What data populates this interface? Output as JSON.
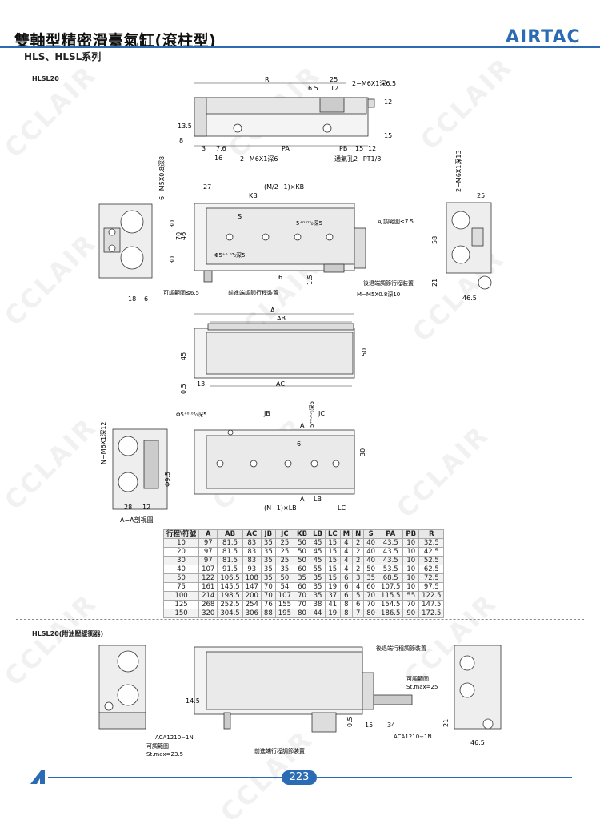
{
  "header": {
    "title": "雙軸型精密滑臺氣缸(滾柱型)",
    "series": "HLS、HLSL系列",
    "brand": "AIRTAC"
  },
  "sections": {
    "s1": "HLSL20",
    "s2": "HLSL20(附油壓緩衝器)"
  },
  "labels": {
    "R": "R",
    "d25": "25",
    "d6_5": "6.5",
    "d12": "12",
    "m6_65": "2−M6X1深6.5",
    "d8": "8",
    "d13_5": "13.5",
    "d3": "3",
    "d7_6": "7.6",
    "PA": "PA",
    "PB": "PB",
    "d15": "15",
    "d12b": "12",
    "d16": "16",
    "m6_6": "2−M6X1深6",
    "pt": "通氣孔2−PT1/8",
    "d15v": "15",
    "d12v": "12",
    "m5_8": "6−M5X0.8深8",
    "d27": "27",
    "mkb": "(M/2−1)×KB",
    "KB": "KB",
    "S": "S",
    "h5": "5⁺⁰·⁰³₀深5",
    "adj75": "可調範圍≤7.5",
    "phi5": "Φ5⁺⁰·⁰³₀深5",
    "d46": "46",
    "d30a": "30",
    "d70": "70",
    "d30b": "30",
    "d6": "6",
    "d1_5": "1.5",
    "adj65": "可調範圍≤6.5",
    "front": "前進端調節行程裝置",
    "back": "後退端調節行程裝置",
    "m5_10": "M−M5X0.8深10",
    "d18": "18",
    "d6b": "6",
    "m6_13": "2−M6X1深13",
    "d25r": "25",
    "d58": "58",
    "d21": "21",
    "d46_5": "46.5",
    "A": "A",
    "AB": "AB",
    "d45": "45",
    "d50": "50",
    "d0_5": "0.5",
    "d13": "13",
    "AC": "AC",
    "phi5b": "Φ5⁺⁰·⁰³₀深5",
    "JB": "JB",
    "JC": "JC",
    "Aa": "A",
    "d6c": "6",
    "d5s": "5⁺⁰·⁰³₀深5",
    "d30c": "30",
    "nm6": "N−M6X1深12",
    "phi95": "Φ9.5",
    "d28": "28",
    "d12c": "12",
    "aa": "A−A剖視圖",
    "nlb": "(N−1)×LB",
    "A2": "A",
    "LB": "LB",
    "LC": "LC",
    "b_back": "後退端行程調節裝置",
    "b_adj": "可調範圍",
    "b_st25": "St.max=25",
    "b_145": "14.5",
    "b_aca": "ACA1210−1N",
    "b_adj2": "可調範圍",
    "b_st235": "St.max=23.5",
    "b_05": "0.5",
    "b_15": "15",
    "b_34": "34",
    "b_aca2": "ACA1210−1N",
    "b_front": "前進端行程調節裝置",
    "b_21": "21",
    "b_465": "46.5"
  },
  "table": {
    "headers": [
      "行程\\符號",
      "A",
      "AB",
      "AC",
      "JB",
      "JC",
      "KB",
      "LB",
      "LC",
      "M",
      "N",
      "S",
      "PA",
      "PB",
      "R"
    ],
    "rows": [
      [
        "10",
        "97",
        "81.5",
        "83",
        "35",
        "25",
        "50",
        "45",
        "15",
        "4",
        "2",
        "40",
        "43.5",
        "10",
        "32.5"
      ],
      [
        "20",
        "97",
        "81.5",
        "83",
        "35",
        "25",
        "50",
        "45",
        "15",
        "4",
        "2",
        "40",
        "43.5",
        "10",
        "42.5"
      ],
      [
        "30",
        "97",
        "81.5",
        "83",
        "35",
        "25",
        "50",
        "45",
        "15",
        "4",
        "2",
        "40",
        "43.5",
        "10",
        "52.5"
      ],
      [
        "40",
        "107",
        "91.5",
        "93",
        "35",
        "35",
        "60",
        "55",
        "15",
        "4",
        "2",
        "50",
        "53.5",
        "10",
        "62.5"
      ],
      [
        "50",
        "122",
        "106.5",
        "108",
        "35",
        "50",
        "35",
        "35",
        "15",
        "6",
        "3",
        "35",
        "68.5",
        "10",
        "72.5"
      ],
      [
        "75",
        "161",
        "145.5",
        "147",
        "70",
        "54",
        "60",
        "35",
        "19",
        "6",
        "4",
        "60",
        "107.5",
        "10",
        "97.5"
      ],
      [
        "100",
        "214",
        "198.5",
        "200",
        "70",
        "107",
        "70",
        "35",
        "37",
        "6",
        "5",
        "70",
        "115.5",
        "55",
        "122.5"
      ],
      [
        "125",
        "268",
        "252.5",
        "254",
        "76",
        "155",
        "70",
        "38",
        "41",
        "8",
        "6",
        "70",
        "154.5",
        "70",
        "147.5"
      ],
      [
        "150",
        "320",
        "304.5",
        "306",
        "88",
        "195",
        "80",
        "44",
        "19",
        "8",
        "7",
        "80",
        "186.5",
        "90",
        "172.5"
      ]
    ]
  },
  "page": {
    "number": "223"
  },
  "watermark": "CCLAIR"
}
